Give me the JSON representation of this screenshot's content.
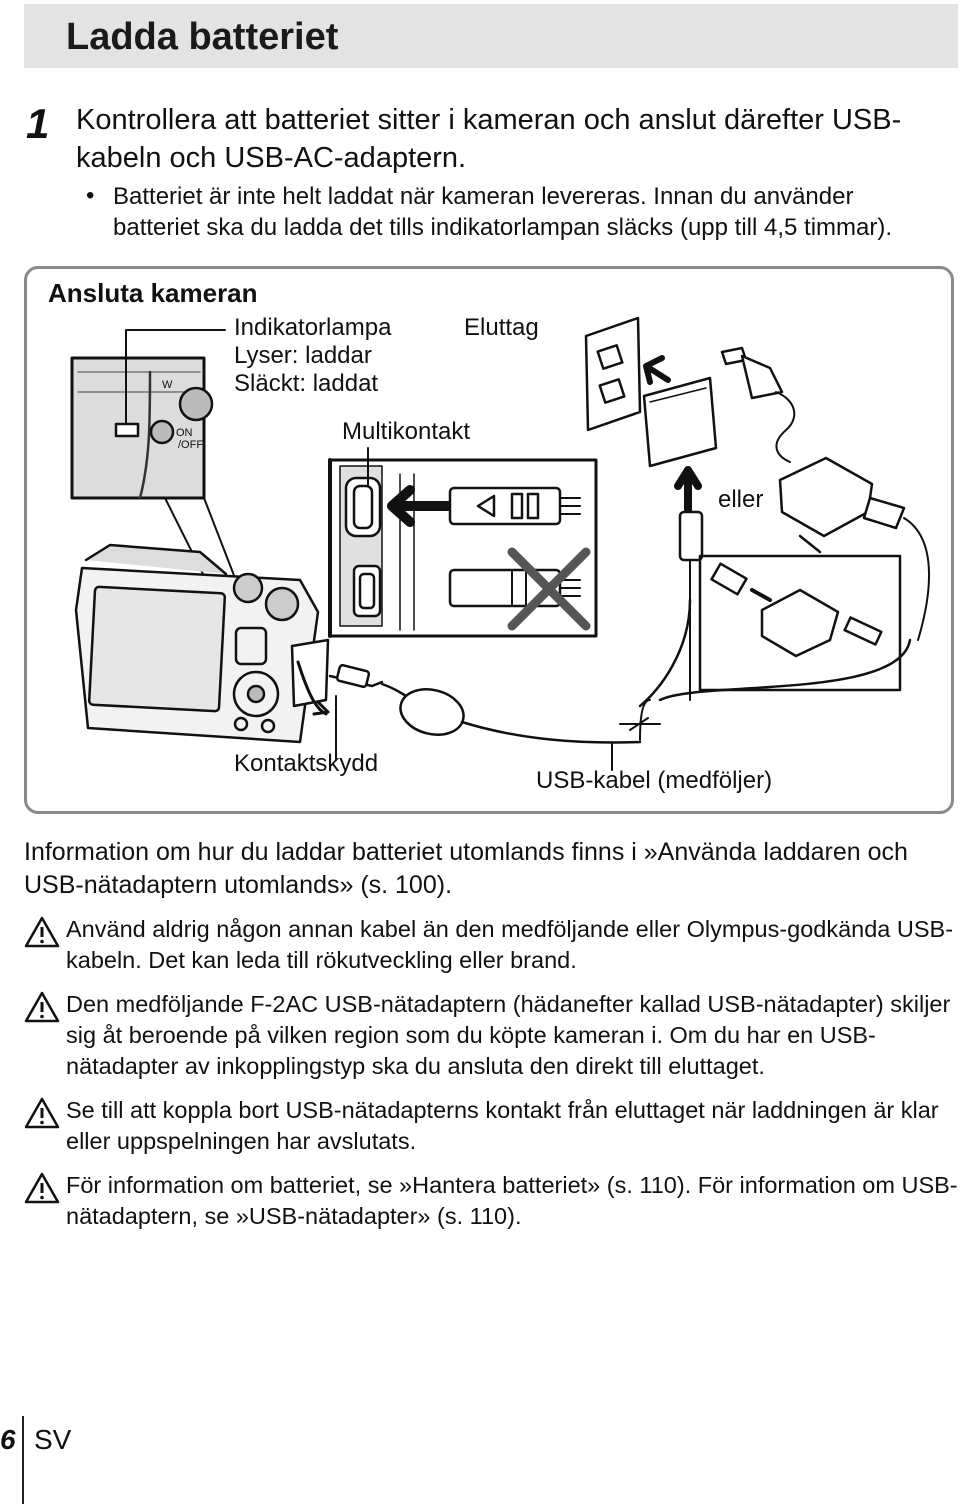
{
  "page": {
    "title": "Ladda batteriet",
    "step_number": "1",
    "step_text": "Kontrollera att batteriet sitter i kameran och anslut därefter USB-kabeln och USB-AC-adaptern.",
    "bullet_text": "Batteriet är inte helt laddat när kameran levereras. Innan du använder batteriet ska du ladda det tills indikatorlampan släcks (upp till 4,5 timmar)."
  },
  "figure": {
    "heading": "Ansluta kameran",
    "label_indicator_1": "Indikatorlampa",
    "label_indicator_2": "Lyser: laddar",
    "label_indicator_3": "Släckt: laddat",
    "label_outlet": "Eluttag",
    "label_multiconnector": "Multikontakt",
    "label_or": "eller",
    "label_cover": "Kontaktskydd",
    "label_cable": "USB-kabel (medföljer)",
    "camera_mark_w": "W",
    "camera_mark_on": "ON",
    "camera_mark_off": "/OFF"
  },
  "notes": {
    "info": "Information om hur du laddar batteriet utomlands finns i »Använda laddaren och USB-nätadaptern utomlands» (s. 100).",
    "warnings": [
      "Använd aldrig någon annan kabel än den medföljande eller Olympus-godkända USB-kabeln. Det kan leda till rökutveckling eller brand.",
      "Den medföljande F-2AC USB-nätadaptern (hädanefter kallad USB-nätadapter) skiljer sig åt beroende på vilken region som du köpte kameran i. Om du har en USB-nätadapter av inkopplingstyp ska du ansluta den direkt till eluttaget.",
      "Se till att koppla bort USB-nätadapterns kontakt från eluttaget när laddningen är klar eller uppspelningen har avslutats.",
      "För information om batteriet, se »Hantera batteriet» (s. 110). För information om USB-nätadaptern, se »USB-nätadapter» (s. 110)."
    ]
  },
  "footer": {
    "page_number": "6",
    "language": "SV"
  }
}
